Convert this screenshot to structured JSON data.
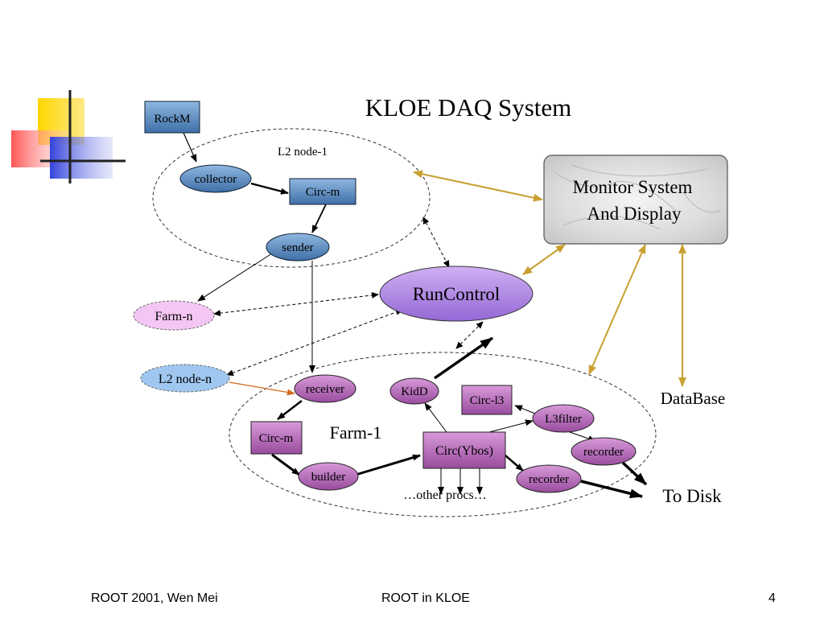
{
  "title": "KLOE DAQ System",
  "footer": {
    "left": "ROOT 2001, Wen Mei",
    "center": "ROOT in KLOE",
    "right": "4"
  },
  "regions": {
    "l2node1": "L2 node-1",
    "farm1": "Farm-1"
  },
  "nodes": {
    "rockm": "RockM",
    "collector": "collector",
    "circm_top": "Circ-m",
    "sender": "sender",
    "farmn": "Farm-n",
    "runcontrol": "RunControl",
    "l2noden": "L2 node-n",
    "receiver": "receiver",
    "kidd": "KidD",
    "circl3": "Circ-l3",
    "l3filter": "L3filter",
    "circm_farm": "Circ-m",
    "builder": "builder",
    "circybos": "Circ(Ybos)",
    "recorder1": "recorder",
    "recorder2": "recorder",
    "monitor_line1": "Monitor System",
    "monitor_line2": "And Display",
    "database": "DataBase",
    "todisk": "To Disk",
    "otherprocs": "…other procs…"
  },
  "colors": {
    "blue_node": "#5f8fc4",
    "purple_node": "#b56ab8",
    "runcontrol": "#b68ae6",
    "farmn": "#f4c6f4",
    "l2noden": "#9fc7f0",
    "gold_arrow": "#c8a030",
    "orange_arrow": "#d2691e"
  }
}
